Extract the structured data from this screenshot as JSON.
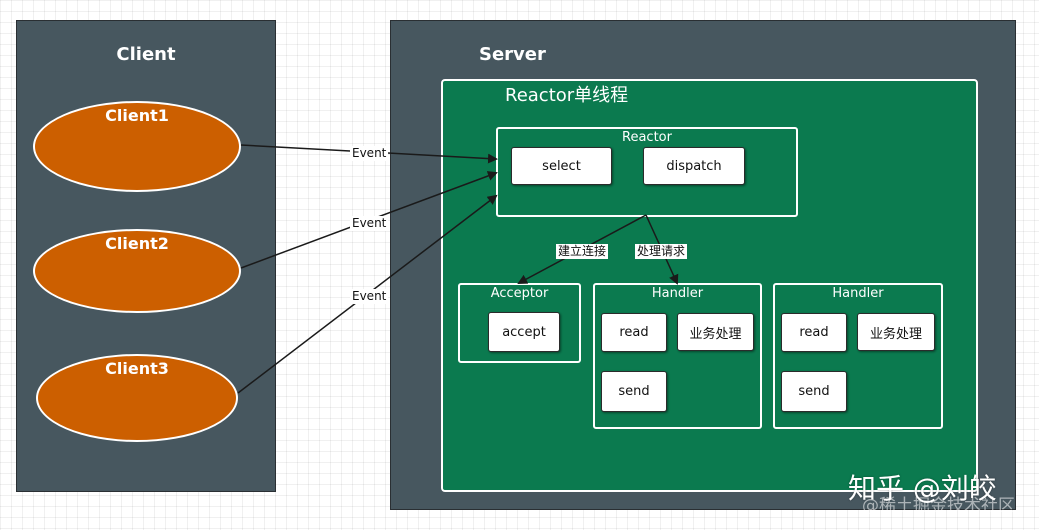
{
  "client_panel": {
    "title": "Client",
    "clients": [
      "Client1",
      "Client2",
      "Client3"
    ]
  },
  "server_panel": {
    "title": "Server",
    "reactor_thread": {
      "title": "Reactor单线程",
      "reactor": {
        "title": "Reactor",
        "select": "select",
        "dispatch": "dispatch"
      },
      "acceptor": {
        "title": "Acceptor",
        "accept": "accept"
      },
      "handlers": [
        {
          "title": "Handler",
          "read": "read",
          "business": "业务处理",
          "send": "send"
        },
        {
          "title": "Handler",
          "read": "read",
          "business": "业务处理",
          "send": "send"
        }
      ]
    }
  },
  "edges": {
    "event_labels": [
      "Event",
      "Event",
      "Event"
    ],
    "connect_label": "建立连接",
    "request_label": "处理请求"
  },
  "watermark": {
    "main": "知乎 @刘皎",
    "sub": "@稀土掘金技术社区"
  },
  "colors": {
    "panel": "#47575f",
    "green": "#0b7a4f",
    "client": "#cc5f00",
    "white": "#ffffff"
  }
}
